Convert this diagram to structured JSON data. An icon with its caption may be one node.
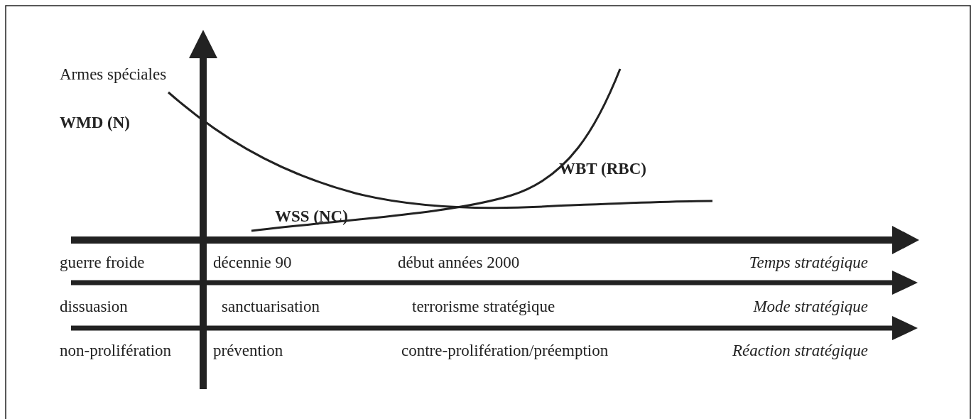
{
  "diagram": {
    "labels": [
      "Armes spéciales",
      "WMD (N)",
      "WBT (RBC)",
      "WSS (NC)",
      "guerre froide",
      "décennie 90",
      "début années 2000",
      "Temps stratégique",
      "dissuasion",
      "sanctuarisation",
      "terrorisme stratégique",
      "Mode stratégique",
      "non-prolifération",
      "prévention",
      "contre-prolifération/préemption",
      "Réaction stratégique"
    ]
  }
}
